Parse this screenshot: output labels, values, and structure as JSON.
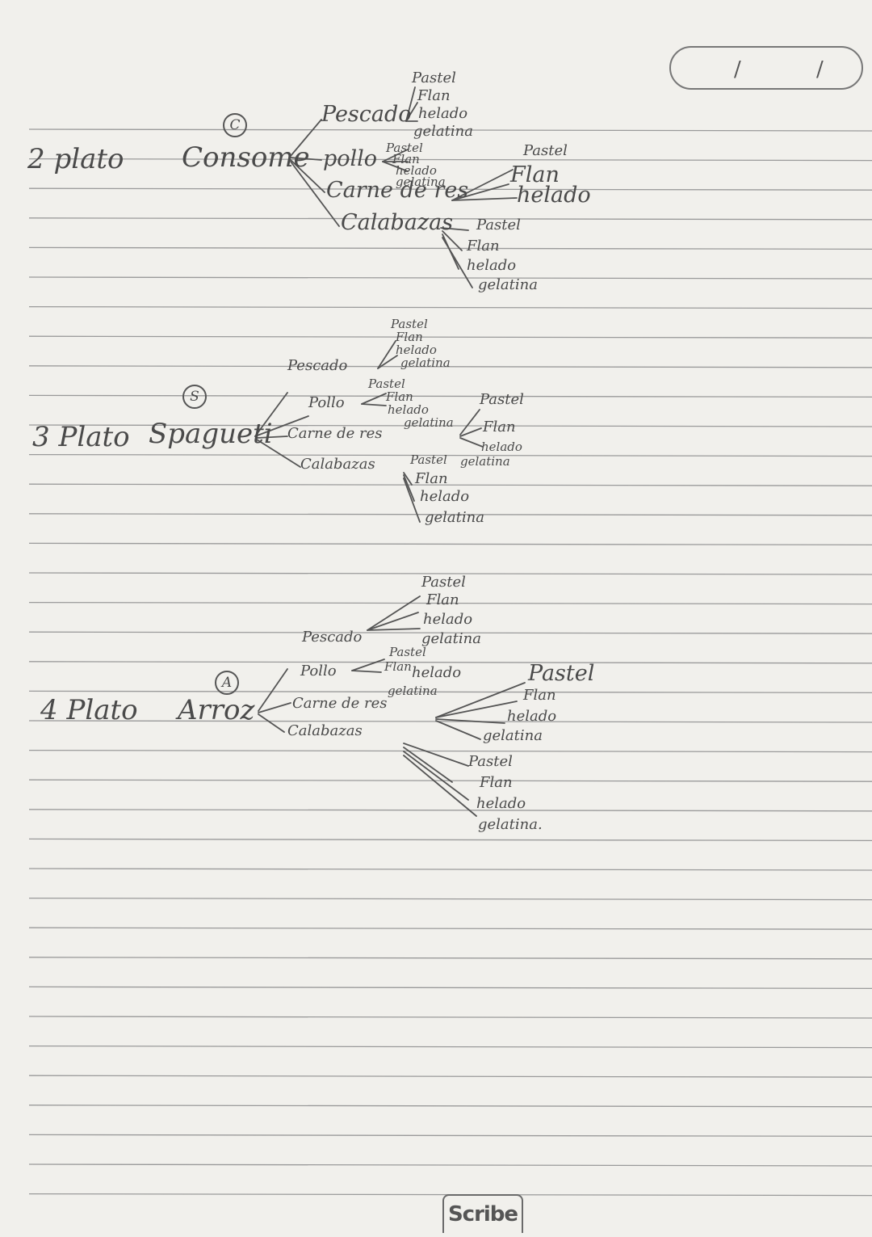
{
  "date_box": {
    "sep1": "/",
    "sep2": "/"
  },
  "diagrams": [
    {
      "plato": "2 plato",
      "circle": "C",
      "main": "Consome",
      "branches": [
        "Pescado",
        "pollo",
        "Carne de res",
        "Calabazas"
      ],
      "desserts": {
        "pescado": [
          "Pastel",
          "Flan",
          "helado",
          "gelatina"
        ],
        "pollo": [
          "Pastel",
          "Flan",
          "helado",
          "gelatina"
        ],
        "carne": [
          "Pastel",
          "Flan",
          "helado"
        ],
        "calabazas": [
          "Pastel",
          "Flan",
          "helado",
          "gelatina"
        ]
      }
    },
    {
      "plato": "3 Plato",
      "circle": "S",
      "main": "Spagueti",
      "branches": [
        "Pescado",
        "Pollo",
        "Carne de res",
        "Calabazas"
      ],
      "desserts": {
        "pescado": [
          "Pastel",
          "Flan",
          "helado",
          "gelatina"
        ],
        "pollo": [
          "Pastel",
          "Flan",
          "helado",
          "gelatina"
        ],
        "carne": [
          "Pastel",
          "Flan",
          "helado",
          "gelatina"
        ],
        "calabazas": [
          "Pastel",
          "Flan",
          "helado",
          "gelatina"
        ]
      }
    },
    {
      "plato": "4 Plato",
      "circle": "A",
      "main": "Arroz",
      "branches": [
        "Pescado",
        "Pollo",
        "Carne de res",
        "Calabazas"
      ],
      "desserts": {
        "pescado": [
          "Pastel",
          "Flan",
          "helado",
          "gelatina"
        ],
        "pollo": [
          "Pastel",
          "Flan",
          "helado",
          "gelatina"
        ],
        "carne": [
          "Pastel",
          "Flan",
          "helado",
          "gelatina"
        ],
        "calabazas": [
          "Pastel",
          "Flan",
          "helado",
          "gelatina."
        ]
      }
    }
  ],
  "footer": {
    "logo": "Scribe"
  },
  "colors": {
    "paper": "#f1f0ec",
    "rule": "#9a9a9a",
    "ink": "#4a4a4a"
  }
}
